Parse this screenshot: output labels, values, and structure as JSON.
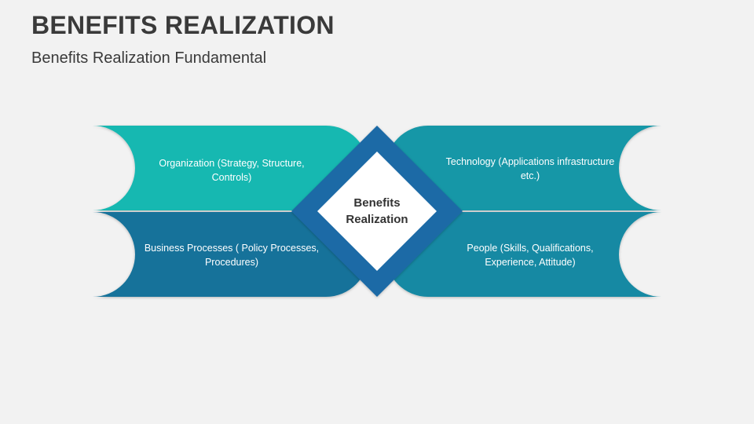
{
  "slide": {
    "title": "BENEFITS REALIZATION",
    "subtitle": "Benefits Realization Fundamental"
  },
  "diagram": {
    "center_label": "Benefits Realization",
    "quadrants": {
      "top_left": {
        "text": "Organization (Strategy, Structure, Controls)",
        "color": "#16b8b1"
      },
      "top_right": {
        "text": "Technology (Applications infrastructure etc.)",
        "color": "#1397a7"
      },
      "bottom_left": {
        "text": "Business Processes ( Policy Processes, Procedures)",
        "color": "#15729a"
      },
      "bottom_right": {
        "text": "People (Skills, Qualifications, Experience, Attitude)",
        "color": "#1489a3"
      }
    },
    "center_colors": {
      "outer_diamond": "#1a6aa6",
      "inner_diamond": "#ffffff"
    }
  }
}
